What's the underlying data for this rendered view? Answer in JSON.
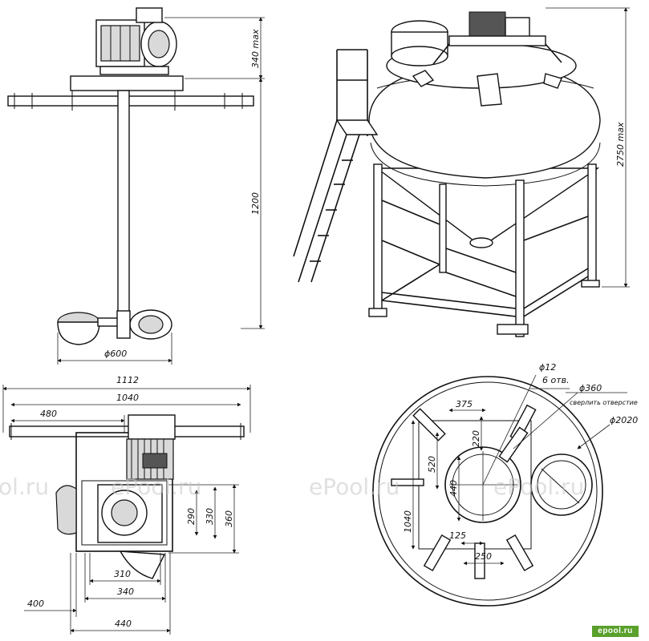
{
  "views": {
    "mixer_side": {
      "dim_motor": "340 max",
      "dim_shaft": "1200",
      "dim_impeller": "ϕ600"
    },
    "tank_iso": {
      "dim_height": "2750 max"
    },
    "mixer_top": {
      "dim_overall": "1112",
      "dim_rail": "1040",
      "dim_480": "480",
      "dim_290": "290",
      "dim_330": "330",
      "dim_360": "360",
      "dim_310": "310",
      "dim_340": "340",
      "dim_400": "400",
      "dim_440": "440"
    },
    "tank_top": {
      "hole_dia": "ϕ12",
      "hole_count": "6 отв.",
      "hatch_dia": "ϕ360",
      "drill_note": "сверлить отверстие",
      "tank_dia": "ϕ2020",
      "dim_375": "375",
      "dim_220": "220",
      "dim_520": "520",
      "dim_440": "440",
      "dim_1040": "1040",
      "dim_125": "125",
      "dim_250": "250"
    }
  },
  "watermarks": [
    "ol.ru",
    "ePool.ru",
    "ePool.ru",
    "ePool.ru"
  ],
  "logo": "epool.ru",
  "colors": {
    "line": "#111111",
    "watermark": "#c8c8c8",
    "logo": "#5aa02c"
  }
}
